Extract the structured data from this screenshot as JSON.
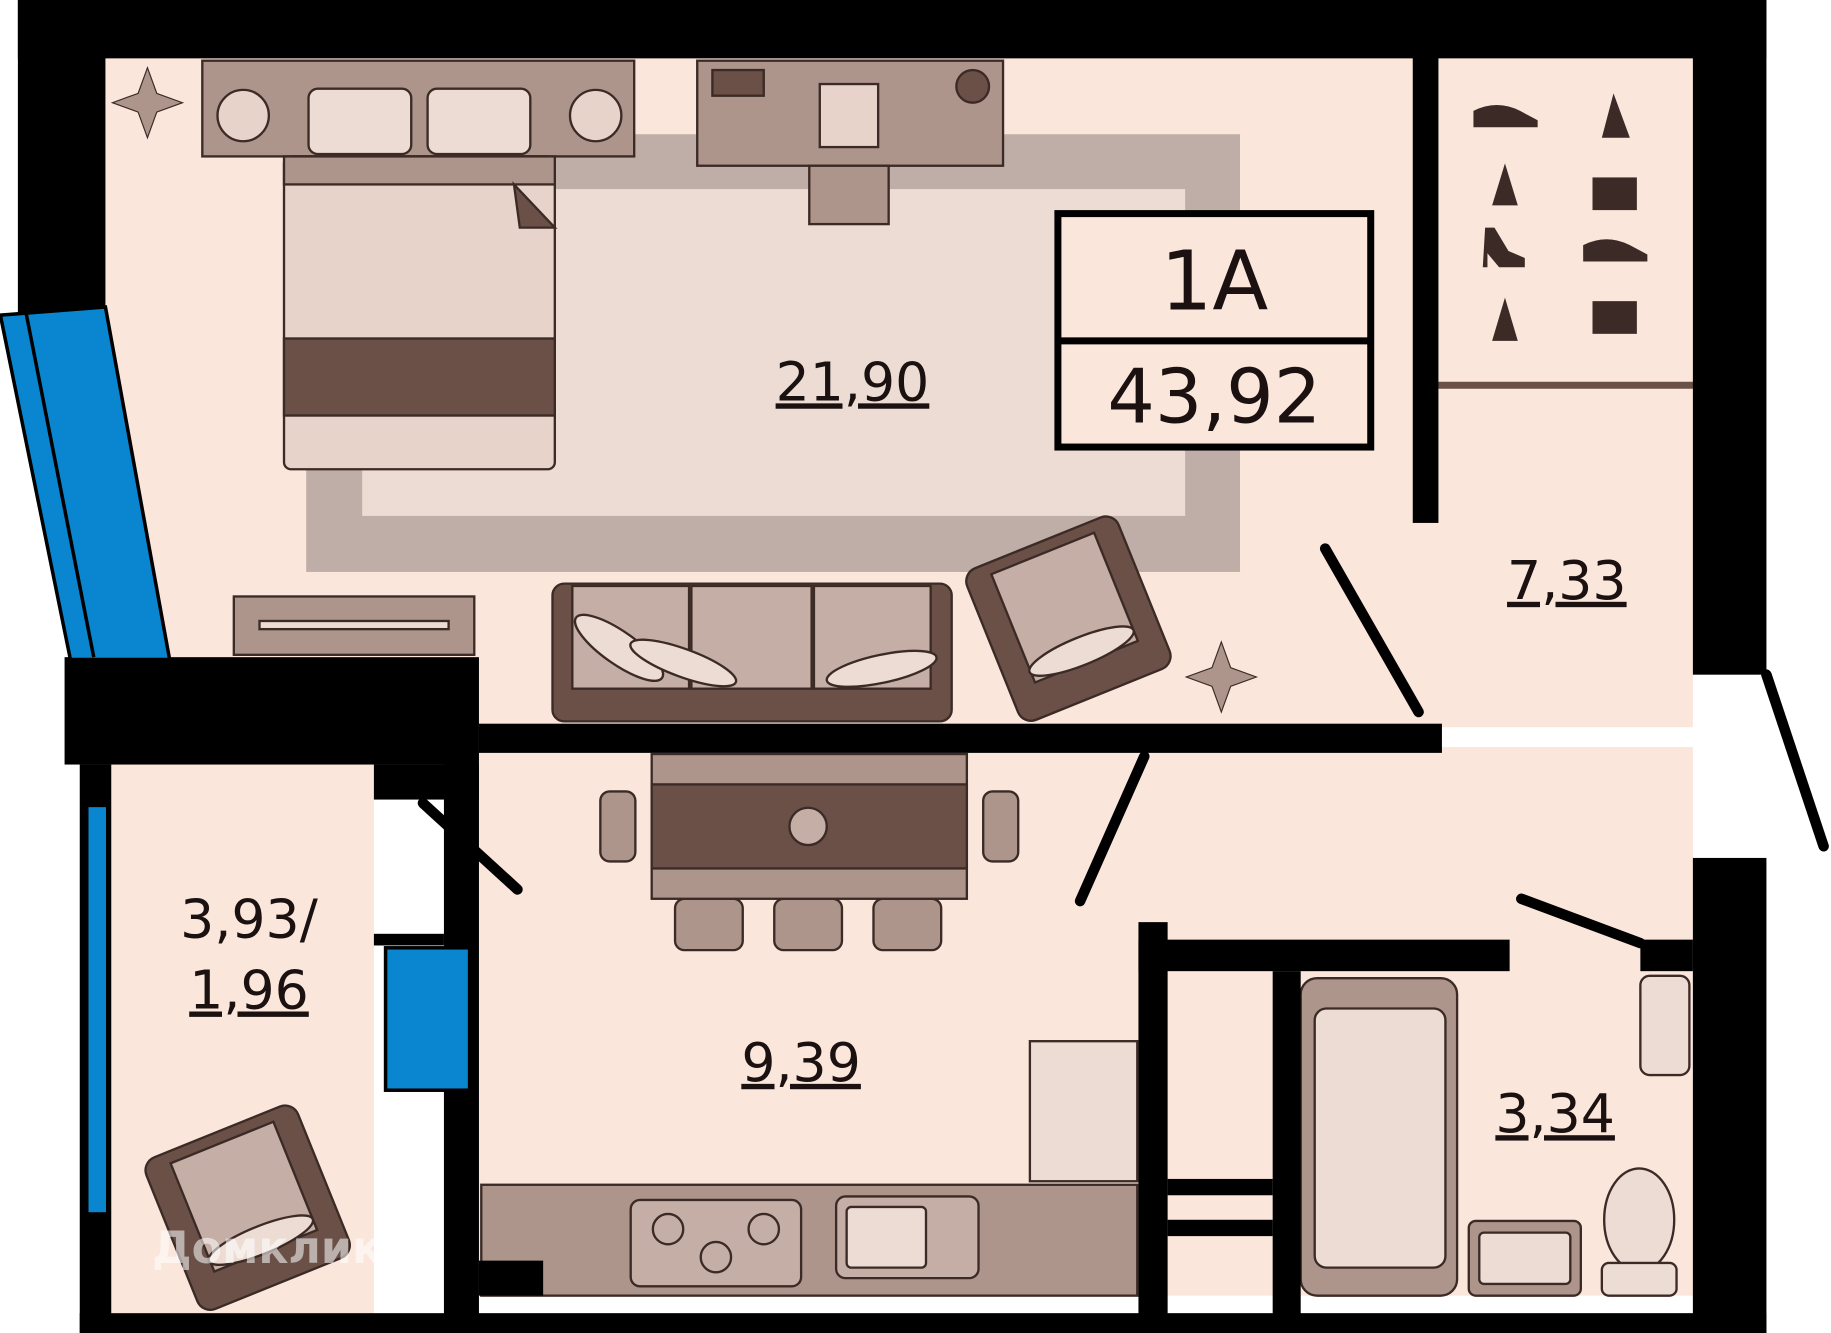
{
  "plan": {
    "apartment_type": "1A",
    "total_area": "43,92",
    "rooms": [
      {
        "name": "living-room",
        "area": "21,90"
      },
      {
        "name": "wardrobe",
        "area": "7,33"
      },
      {
        "name": "balcony",
        "area_line1": "3,93/",
        "area_line2": "1,96"
      },
      {
        "name": "kitchen",
        "area": "9,39"
      },
      {
        "name": "bathroom",
        "area": "3,34"
      }
    ],
    "watermark": "Домклик"
  },
  "colors": {
    "floor": "#fbe6dc",
    "wall": "#000000",
    "window": "#0a86d0",
    "furniture_dark": "#6b5048",
    "furniture_mid": "#ad958c",
    "furniture_light": "#e7d3ca",
    "rug": "#bfaea8"
  }
}
